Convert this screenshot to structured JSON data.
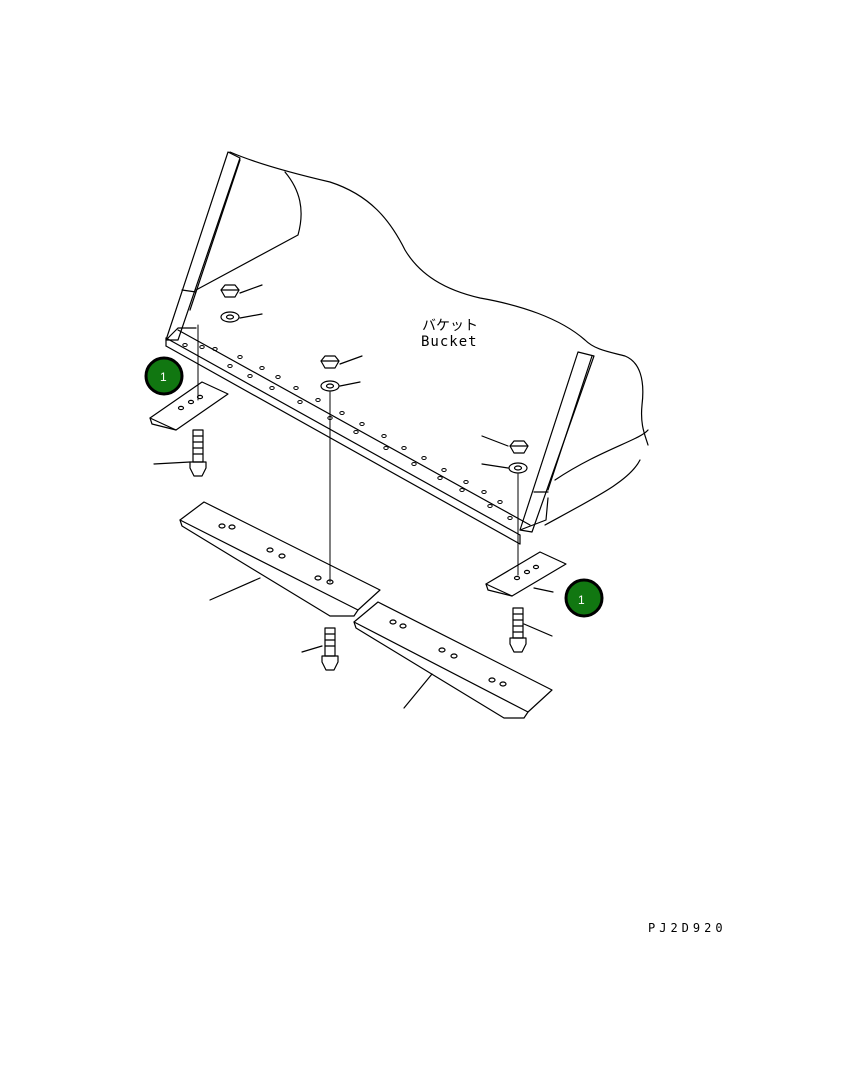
{
  "diagram": {
    "label_jp": "バケット",
    "label_en": "Bucket",
    "callouts": [
      {
        "number": "1",
        "color": "#117711"
      },
      {
        "number": "1",
        "color": "#117711"
      }
    ],
    "drawing_code": "PJ2D920"
  }
}
